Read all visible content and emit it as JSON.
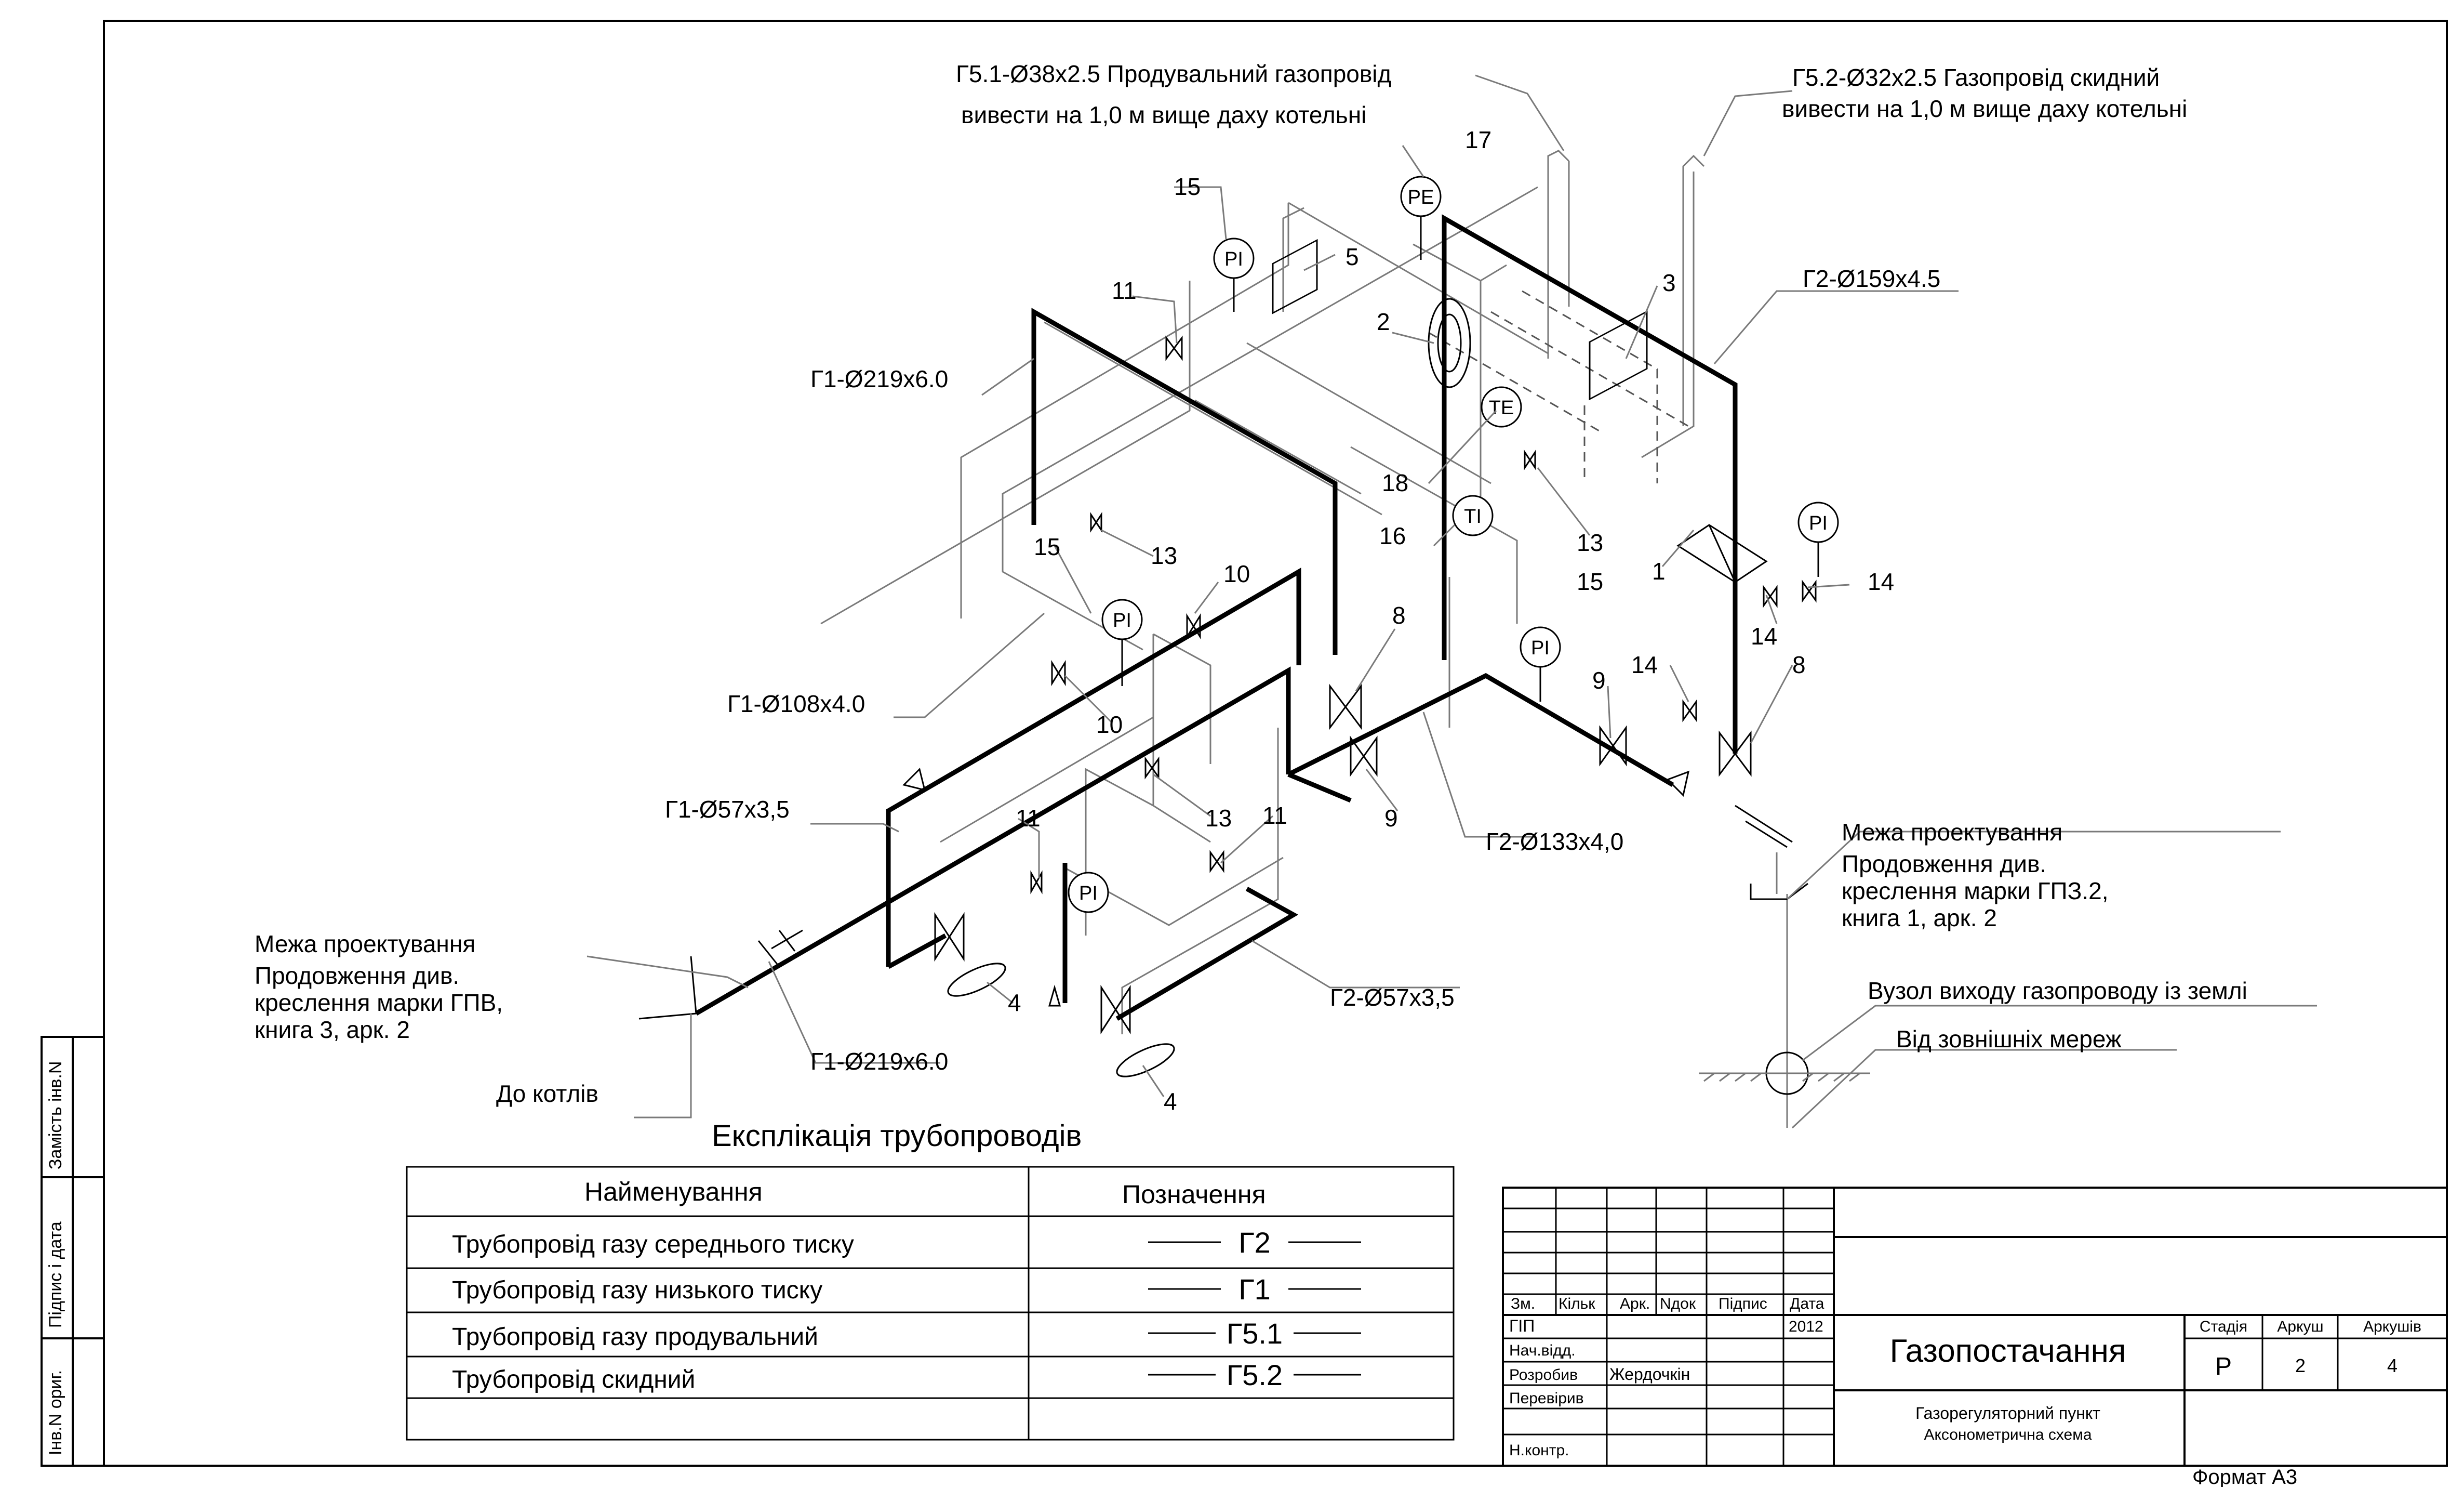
{
  "labels": {
    "g51": "Г5.1-Ø38x2.5 Продувальний газопровід",
    "g51_note": "вивести на 1,0 м вище даху котельні",
    "g52": "Г5.2-Ø32x2.5  Газопровід  скидний",
    "g52_note": "вивести на 1,0 м вище даху котельні",
    "g2_159": "Г2-Ø159x4.5",
    "g1_219_top": "Г1-Ø219x6.0",
    "g1_108": "Г1-Ø108x4.0",
    "g1_57": "Г1-Ø57x3,5",
    "g1_219_bottom": "Г1-Ø219x6.0",
    "g2_133": "Г2-Ø133x4,0",
    "g2_57": "Г2-Ø57x3,5",
    "limit_left": "Межа  проектування",
    "limit_left_cont": [
      "Продовження  див.",
      "креслення  марки  ГПВ,",
      "книга 3, арк. 2"
    ],
    "to_boilers": "До котлів",
    "limit_right": "Межа  проектування",
    "limit_right_cont": [
      "Продовження  див.",
      "креслення  марки  ГПЗ.2,",
      "книга 1, арк. 2"
    ],
    "ground_node": "Вузол виходу газопроводу із землі",
    "from_networks": "Від  зовнішніх  мереж"
  },
  "instruments": {
    "pe": "PE",
    "te": "TE",
    "ti": "TI",
    "pi": "PI"
  },
  "callouts": {
    "n1": "1",
    "n2": "2",
    "n3": "3",
    "n4": "4",
    "n5": "5",
    "n8": "8",
    "n9": "9",
    "n10": "10",
    "n11": "11",
    "n13": "13",
    "n14": "14",
    "n15": "15",
    "n16": "16",
    "n17": "17",
    "n18": "18"
  },
  "explication": {
    "title": "Експлікація  трубопроводів",
    "headers": [
      "Найменування",
      "Позначення"
    ],
    "rows": [
      {
        "name": "Трубопровід газу середнього тиску",
        "code": "Г2"
      },
      {
        "name": "Трубопровід газу низького тиску",
        "code": "Г1"
      },
      {
        "name": "Трубопровід газу продувальний",
        "code": "Г5.1"
      },
      {
        "name": "Трубопровід скидний",
        "code": "Г5.2"
      }
    ]
  },
  "side_stamps": [
    "Інв.N ориг.",
    "Підпис і дата",
    "Замість інв.N"
  ],
  "title_block": {
    "col_headers": [
      "Зм.",
      "Кільк",
      "Арк.",
      "Nдок",
      "Підпис",
      "Дата"
    ],
    "roles": [
      "ГІП",
      "Нач.відд.",
      "Розробив",
      "Перевірив",
      "",
      "Н.контр."
    ],
    "names": [
      "",
      "",
      "Жердочкін",
      "",
      "",
      ""
    ],
    "year": "2012",
    "project": "Газопостачання",
    "object": "Газорегуляторний пункт",
    "sheet_name": "Аксонометрична схема",
    "stage_label": "Стадія",
    "sheet_label": "Аркуш",
    "sheets_label": "Аркушів",
    "stage": "Р",
    "sheet": "2",
    "sheets": "4"
  },
  "format": "Формат А3"
}
